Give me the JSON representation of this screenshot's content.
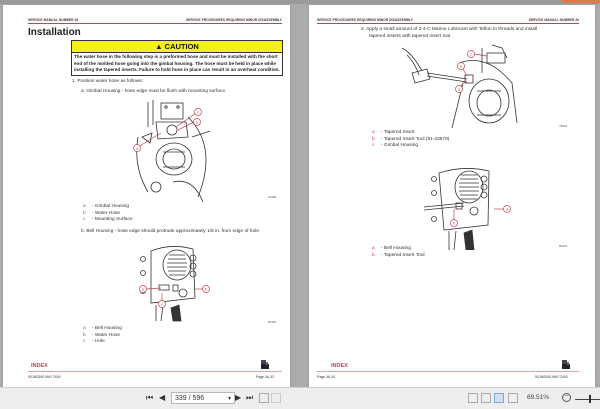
{
  "viewer": {
    "current_page": "339 / 596",
    "zoom_level": "69.51%",
    "accent_color": "#c0444c",
    "caution_color": "#f5ef1c"
  },
  "left_page": {
    "header_left": "SERVICE MANUAL NUMBER 26",
    "header_right": "SERVICE PROCEDURES REQUIRING MINOR DISASSEMBLY",
    "title": "Installation",
    "caution": {
      "label": "CAUTION",
      "icon": "warning-triangle-icon",
      "text": "The water hose in the following step is a preformed hose and must be installed with the short end of the molded hose going into the gimbal housing. The hose must be held in place while installing the tapered inserts. Failure to hold hose in place can result in an overheat condition."
    },
    "step1": "1.  Position water hose as follows:",
    "step1a": "a.   Gimbal Housing - hose edge must be flush with mounting surface.",
    "figure1": {
      "number": "22280",
      "legend": [
        {
          "key": "a",
          "label": "- Gimbal Housing"
        },
        {
          "key": "b",
          "label": "- Water Hose"
        },
        {
          "key": "c",
          "label": "- Mounting Surface"
        }
      ]
    },
    "step1b": "b.   Bell Housing - hose edge should protrude approximately 1/8 in. from edge of hole.",
    "figure2": {
      "number": "80322",
      "legend": [
        {
          "key": "a",
          "label": "- Bell Housing"
        },
        {
          "key": "b",
          "label": "- Water Hose"
        },
        {
          "key": "c",
          "label": "- Hole"
        }
      ]
    },
    "footer": {
      "index": "INDEX",
      "left": "90-863160   MAY 2000",
      "right": "Page 4A-33"
    }
  },
  "right_page": {
    "header_left": "SERVICE PROCEDURES REQUIRING MINOR DISASSEMBLY",
    "header_right": "SERVICE MANUAL NUMBER 26",
    "step2_line1": "2.   Apply a small amount of 2-4-C Marine Lubricant with Teflon to threads and install",
    "step2_line2": "tapered inserts with tapered insert tool.",
    "figure1": {
      "number": "75962",
      "legend": [
        {
          "key": "a",
          "label": "- Tapered Insert"
        },
        {
          "key": "b",
          "label": "- Tapered Insert Tool (91-43579)"
        },
        {
          "key": "c",
          "label": "- Gimbal Housing"
        }
      ]
    },
    "figure2": {
      "number": "80322",
      "legend": [
        {
          "key": "a",
          "label": "- Bell Housing"
        },
        {
          "key": "b",
          "label": "- Tapered Insert Tool"
        }
      ]
    },
    "footer": {
      "index": "INDEX",
      "left": "Page 4A-34",
      "right": "90-863160   MAY 2000"
    }
  },
  "toolbar": {
    "first_page": "⏮",
    "prev_page": "◀",
    "next_page": "▶",
    "last_page": "⏭",
    "dropdown": "▾"
  }
}
